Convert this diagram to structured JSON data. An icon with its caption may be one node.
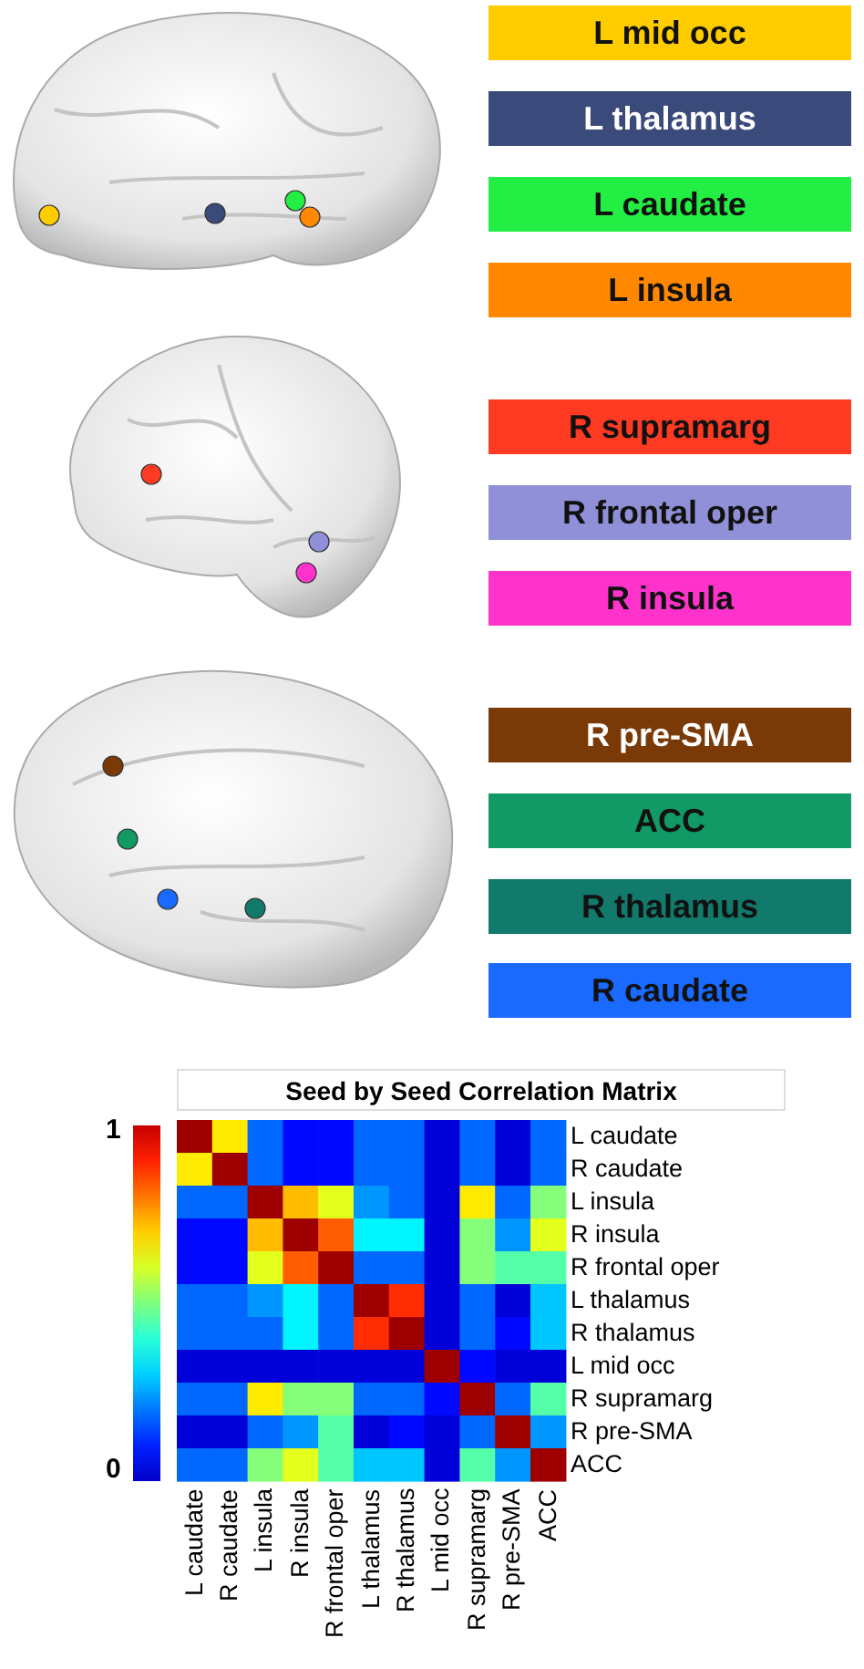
{
  "diagram": {
    "labels": [
      "Seed by Seed Correlation Matrix",
      "1",
      "L caudate",
      "R caudate",
      "L insula",
      "R insula",
      "R frontal oper",
      "L thalamus",
      "R thalamus",
      "L mid occ",
      "R supramarg",
      "R pre-SMA",
      "0",
      "ACC",
      "L caudate",
      "R caudate",
      "L insula",
      "R insula",
      "R frontal oper",
      "L thalamus",
      "R thalamus",
      "L mid occ",
      "R supramarg",
      "R pre-SMA",
      "ACC"
    ],
    "legend": [
      {
        "text": "L mid occ",
        "color": "#ffcc00"
      },
      {
        "text": "L thalamus",
        "color": "#3a4a7a"
      },
      {
        "text": "L caudate",
        "color": "#22ee44"
      },
      {
        "text": "L insula",
        "color": "#ff8800"
      },
      {
        "text": "R supramarg",
        "color": "#ff3a22"
      },
      {
        "text": "R frontal oper",
        "color": "#9090d8"
      },
      {
        "text": "R insula",
        "color": "#ff33cc"
      },
      {
        "text": "R pre-SMA",
        "color": "#7a3a08"
      },
      {
        "text": "ACC",
        "color": "#119a66"
      },
      {
        "text": "R thalamus",
        "color": "#117a6a"
      },
      {
        "text": "R caudate",
        "color": "#1a6aff"
      }
    ]
  }
}
